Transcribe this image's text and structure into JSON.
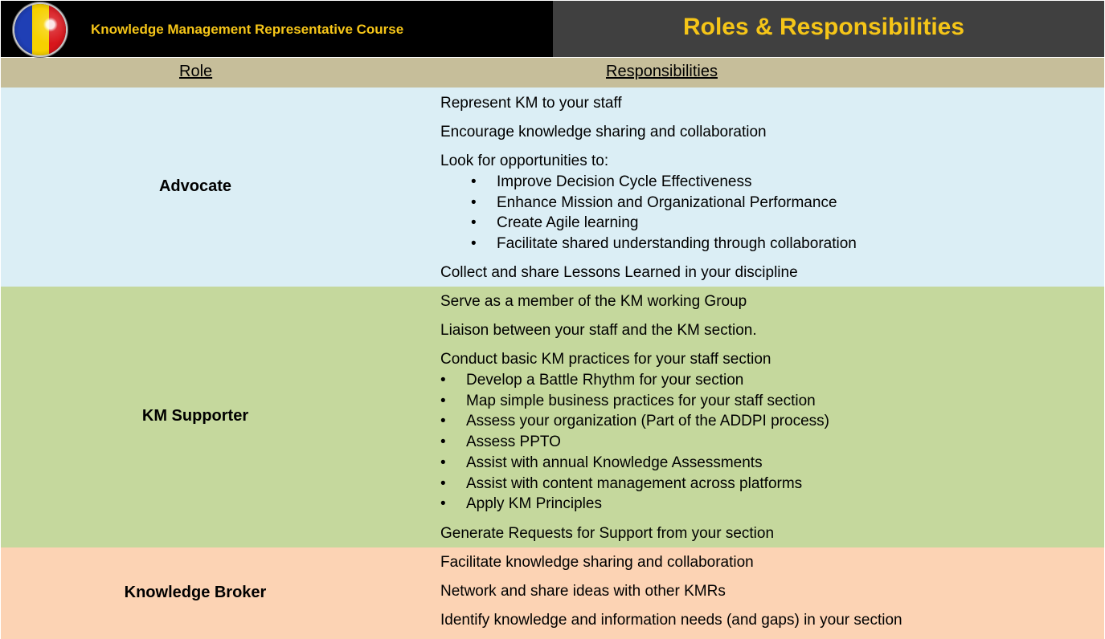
{
  "header": {
    "course_title": "Knowledge Management Representative Course",
    "slide_title": "Roles & Responsibilities",
    "logo_icon": "roundel-logo"
  },
  "columns": {
    "role": "Role",
    "responsibilities": "Responsibilities"
  },
  "colors": {
    "header_left_bg": "#000000",
    "header_right_bg": "#404040",
    "title_text": "#f5c518",
    "column_header_bg": "#c6be9a",
    "advocate_bg": "#dbeef5",
    "supporter_bg": "#c5d89d",
    "broker_bg": "#fcd3b4"
  },
  "roles": {
    "advocate": {
      "name": "Advocate",
      "items": [
        "Represent KM to your staff",
        "Encourage knowledge sharing and collaboration",
        "Look for opportunities to:",
        "Collect and share Lessons Learned in your discipline"
      ],
      "bullets": [
        "Improve Decision Cycle Effectiveness",
        "Enhance Mission and Organizational Performance",
        "Create Agile learning",
        "Facilitate shared understanding through collaboration"
      ]
    },
    "supporter": {
      "name": "KM Supporter",
      "items": [
        " Serve as a member of the KM working Group",
        "Liaison between your staff and the KM section.",
        "Conduct basic KM practices for your staff section",
        "Generate Requests for Support from your section"
      ],
      "bullets": [
        "Develop a Battle Rhythm for your section",
        "Map simple business practices for your staff section",
        "Assess your organization (Part of the ADDPI process)",
        "Assess PPTO",
        "Assist with annual Knowledge Assessments",
        "Assist with content management across platforms",
        "Apply KM Principles"
      ]
    },
    "broker": {
      "name": "Knowledge Broker",
      "items": [
        "Facilitate knowledge sharing and collaboration",
        "Network and share ideas with other KMRs",
        "Identify knowledge and information needs (and gaps) in your section"
      ]
    }
  },
  "bullet_glyph": "•"
}
